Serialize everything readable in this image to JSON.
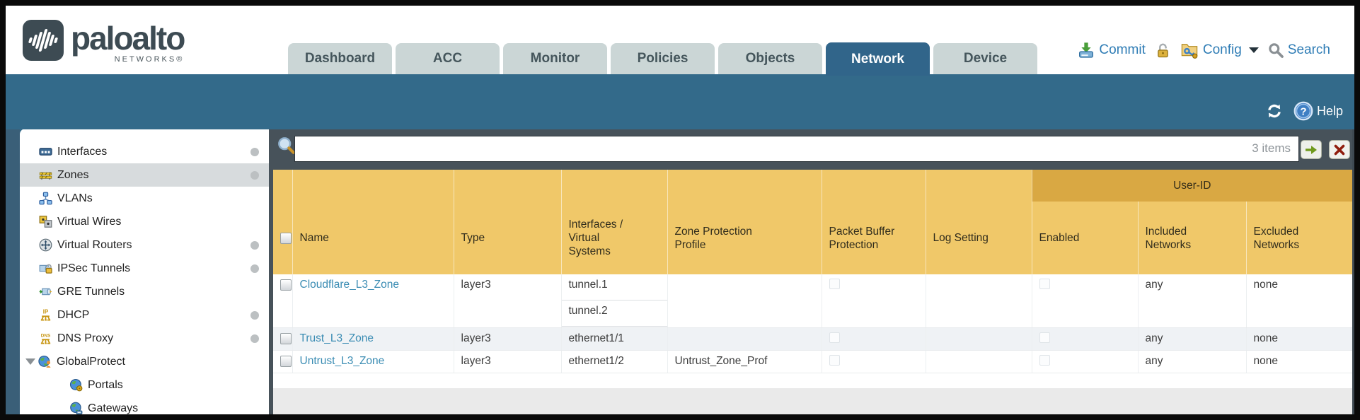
{
  "header": {
    "logo": {
      "brand": "paloalto",
      "sub": "NETWORKS®"
    },
    "tabs": [
      {
        "label": "Dashboard",
        "active": false
      },
      {
        "label": "ACC",
        "active": false
      },
      {
        "label": "Monitor",
        "active": false
      },
      {
        "label": "Policies",
        "active": false
      },
      {
        "label": "Objects",
        "active": false
      },
      {
        "label": "Network",
        "active": true
      },
      {
        "label": "Device",
        "active": false
      }
    ],
    "utilities": {
      "commit": "Commit",
      "config": "Config",
      "search": "Search"
    }
  },
  "band": {
    "help": "Help"
  },
  "sidebar": {
    "items": [
      {
        "label": "Interfaces",
        "icon": "interfaces",
        "dot": true
      },
      {
        "label": "Zones",
        "icon": "zones",
        "dot": true,
        "selected": true
      },
      {
        "label": "VLANs",
        "icon": "vlans"
      },
      {
        "label": "Virtual Wires",
        "icon": "virtual-wires"
      },
      {
        "label": "Virtual Routers",
        "icon": "virtual-routers",
        "dot": true
      },
      {
        "label": "IPSec Tunnels",
        "icon": "ipsec-tunnels",
        "dot": true
      },
      {
        "label": "GRE Tunnels",
        "icon": "gre-tunnels"
      },
      {
        "label": "DHCP",
        "icon": "dhcp",
        "dot": true
      },
      {
        "label": "DNS Proxy",
        "icon": "dns-proxy",
        "dot": true
      },
      {
        "label": "GlobalProtect",
        "icon": "globalprotect",
        "expandable": true
      },
      {
        "label": "Portals",
        "icon": "portals",
        "child": true
      },
      {
        "label": "Gateways",
        "icon": "gateways",
        "child": true
      }
    ]
  },
  "filter": {
    "value": "",
    "items_label": "3 items"
  },
  "table": {
    "group_header": "User-ID",
    "columns": [
      "",
      "Name",
      "Type",
      "Interfaces / Virtual Systems",
      "Zone Protection Profile",
      "Packet Buffer Protection",
      "Log Setting",
      "Enabled",
      "Included Networks",
      "Excluded Networks"
    ],
    "rows": [
      {
        "name": "Cloudflare_L3_Zone",
        "type": "layer3",
        "interfaces": [
          "tunnel.1",
          "tunnel.2"
        ],
        "zone_protection_profile": "",
        "packet_buffer_protection": false,
        "log_setting": "",
        "user_id_enabled": false,
        "included_networks": "any",
        "excluded_networks": "none"
      },
      {
        "name": "Trust_L3_Zone",
        "type": "layer3",
        "interfaces": [
          "ethernet1/1"
        ],
        "zone_protection_profile": "",
        "packet_buffer_protection": false,
        "log_setting": "",
        "user_id_enabled": false,
        "included_networks": "any",
        "excluded_networks": "none"
      },
      {
        "name": "Untrust_L3_Zone",
        "type": "layer3",
        "interfaces": [
          "ethernet1/2"
        ],
        "zone_protection_profile": "Untrust_Zone_Prof",
        "packet_buffer_protection": false,
        "log_setting": "",
        "user_id_enabled": false,
        "included_networks": "any",
        "excluded_networks": "none"
      }
    ]
  },
  "colors": {
    "teal_band": "#336a8a",
    "dark_bar": "#47525a",
    "header_yellow": "#f0c869",
    "user_id_band": "#d9a843",
    "link_blue": "#3a8cb3",
    "utility_blue": "#2e7cb5"
  }
}
